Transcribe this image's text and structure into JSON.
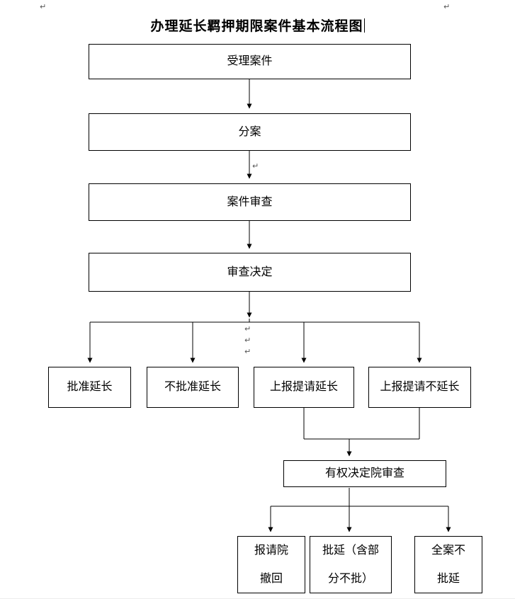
{
  "title": "办理延长羁押期限案件基本流程图",
  "marks": {
    "pilcrow": "↵"
  },
  "flow": {
    "accept": "受理案件",
    "assign": "分案",
    "case_review": "案件审查",
    "review_decision": "审查决定",
    "approve_extension": "批准延长",
    "disapprove_extension": "不批准延长",
    "report_request_extension": "上报提请延长",
    "report_request_no_extension": "上报提请不延长",
    "authority_review": "有权决定院审查",
    "request_withdraw_line1": "报请院",
    "request_withdraw_line2": "撤回",
    "approve_partial_line1": "批延（含部",
    "approve_partial_line2": "分不批）",
    "no_approve_line1": "全案不",
    "no_approve_line2": "批延"
  }
}
